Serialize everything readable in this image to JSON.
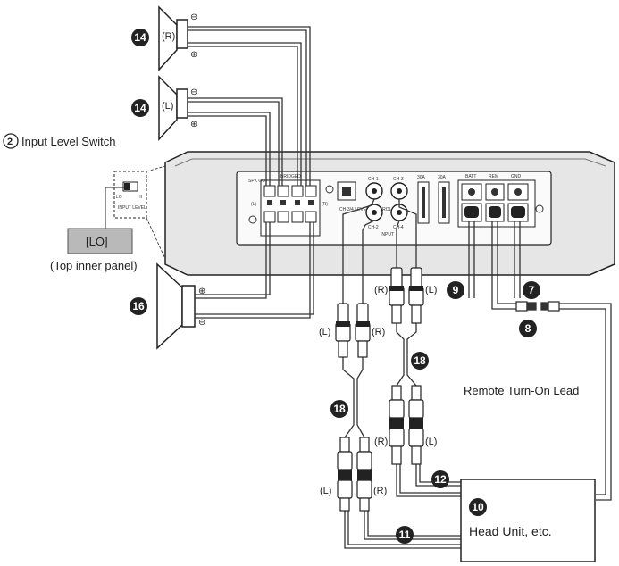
{
  "labels": {
    "input_level_switch": "Input Level Switch",
    "lo_box": "[LO]",
    "top_inner_panel": "(Top inner panel)",
    "remote_lead": "Remote Turn-On Lead",
    "head_unit": "Head Unit, etc.",
    "right": "(R)",
    "left": "(L)",
    "minus": "⊖",
    "plus": "⊕"
  },
  "callouts": {
    "n2": "2",
    "n7": "7",
    "n8": "8",
    "n9": "9",
    "n10": "10",
    "n11": "11",
    "n12": "12",
    "n14a": "14",
    "n14b": "14",
    "n16": "16",
    "n18a": "18",
    "n18b": "18"
  },
  "panel": {
    "spk_out": "SPK OUT",
    "bridged": "BRIDGED",
    "l": "(L)",
    "r": "(R)",
    "ch34_level": "CH-3/4 LEVEL CONTROL",
    "ch1": "CH-1",
    "ch2": "CH-2",
    "ch3": "CH-3",
    "ch4": "CH-4",
    "input": "INPUT",
    "fuse": "30A",
    "batt": "BATT",
    "rem": "REM",
    "gnd": "GND",
    "lo": "LO",
    "hi": "HI",
    "input_level": "INPUT LEVEL"
  }
}
